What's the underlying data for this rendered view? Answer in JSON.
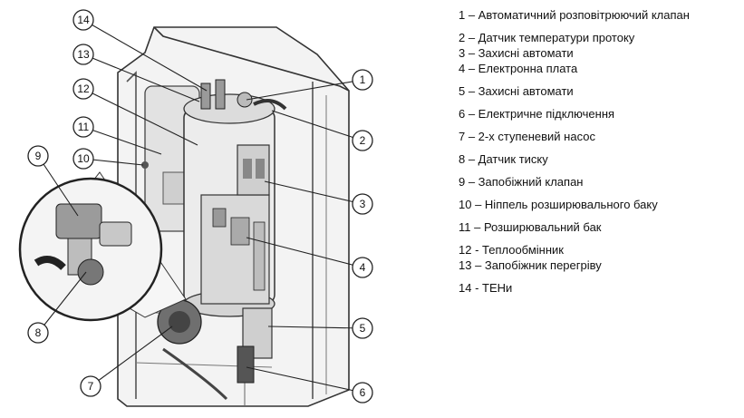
{
  "legend": [
    {
      "number": "1",
      "text": "1 – Автоматичний розповітрюючий клапан"
    },
    {
      "number": "2",
      "text": "2 – Датчик температури протоку"
    },
    {
      "number": "3",
      "text": "3 – Захисні автомати"
    },
    {
      "number": "4",
      "text": "4 – Електронна плата"
    },
    {
      "number": "5",
      "text": "5 – Захисні автомати"
    },
    {
      "number": "6",
      "text": "6 – Електричне підключення"
    },
    {
      "number": "7",
      "text": "7 – 2-х ступеневий насос"
    },
    {
      "number": "8",
      "text": "8 – Датчик тиску"
    },
    {
      "number": "9",
      "text": "9 – Запобіжний клапан"
    },
    {
      "number": "10",
      "text": "10 – Ніппель розширювального баку"
    },
    {
      "number": "11",
      "text": "11 – Розширювальний бак"
    },
    {
      "number": "12",
      "text": "12 - Теплообмінник"
    },
    {
      "number": "13",
      "text": "13 – Запобіжник перегріву"
    },
    {
      "number": "14",
      "text": "14 - ТЕНи"
    }
  ],
  "callouts": [
    "1",
    "2",
    "3",
    "4",
    "5",
    "6",
    "7",
    "8",
    "9",
    "10",
    "11",
    "12",
    "13",
    "14"
  ]
}
